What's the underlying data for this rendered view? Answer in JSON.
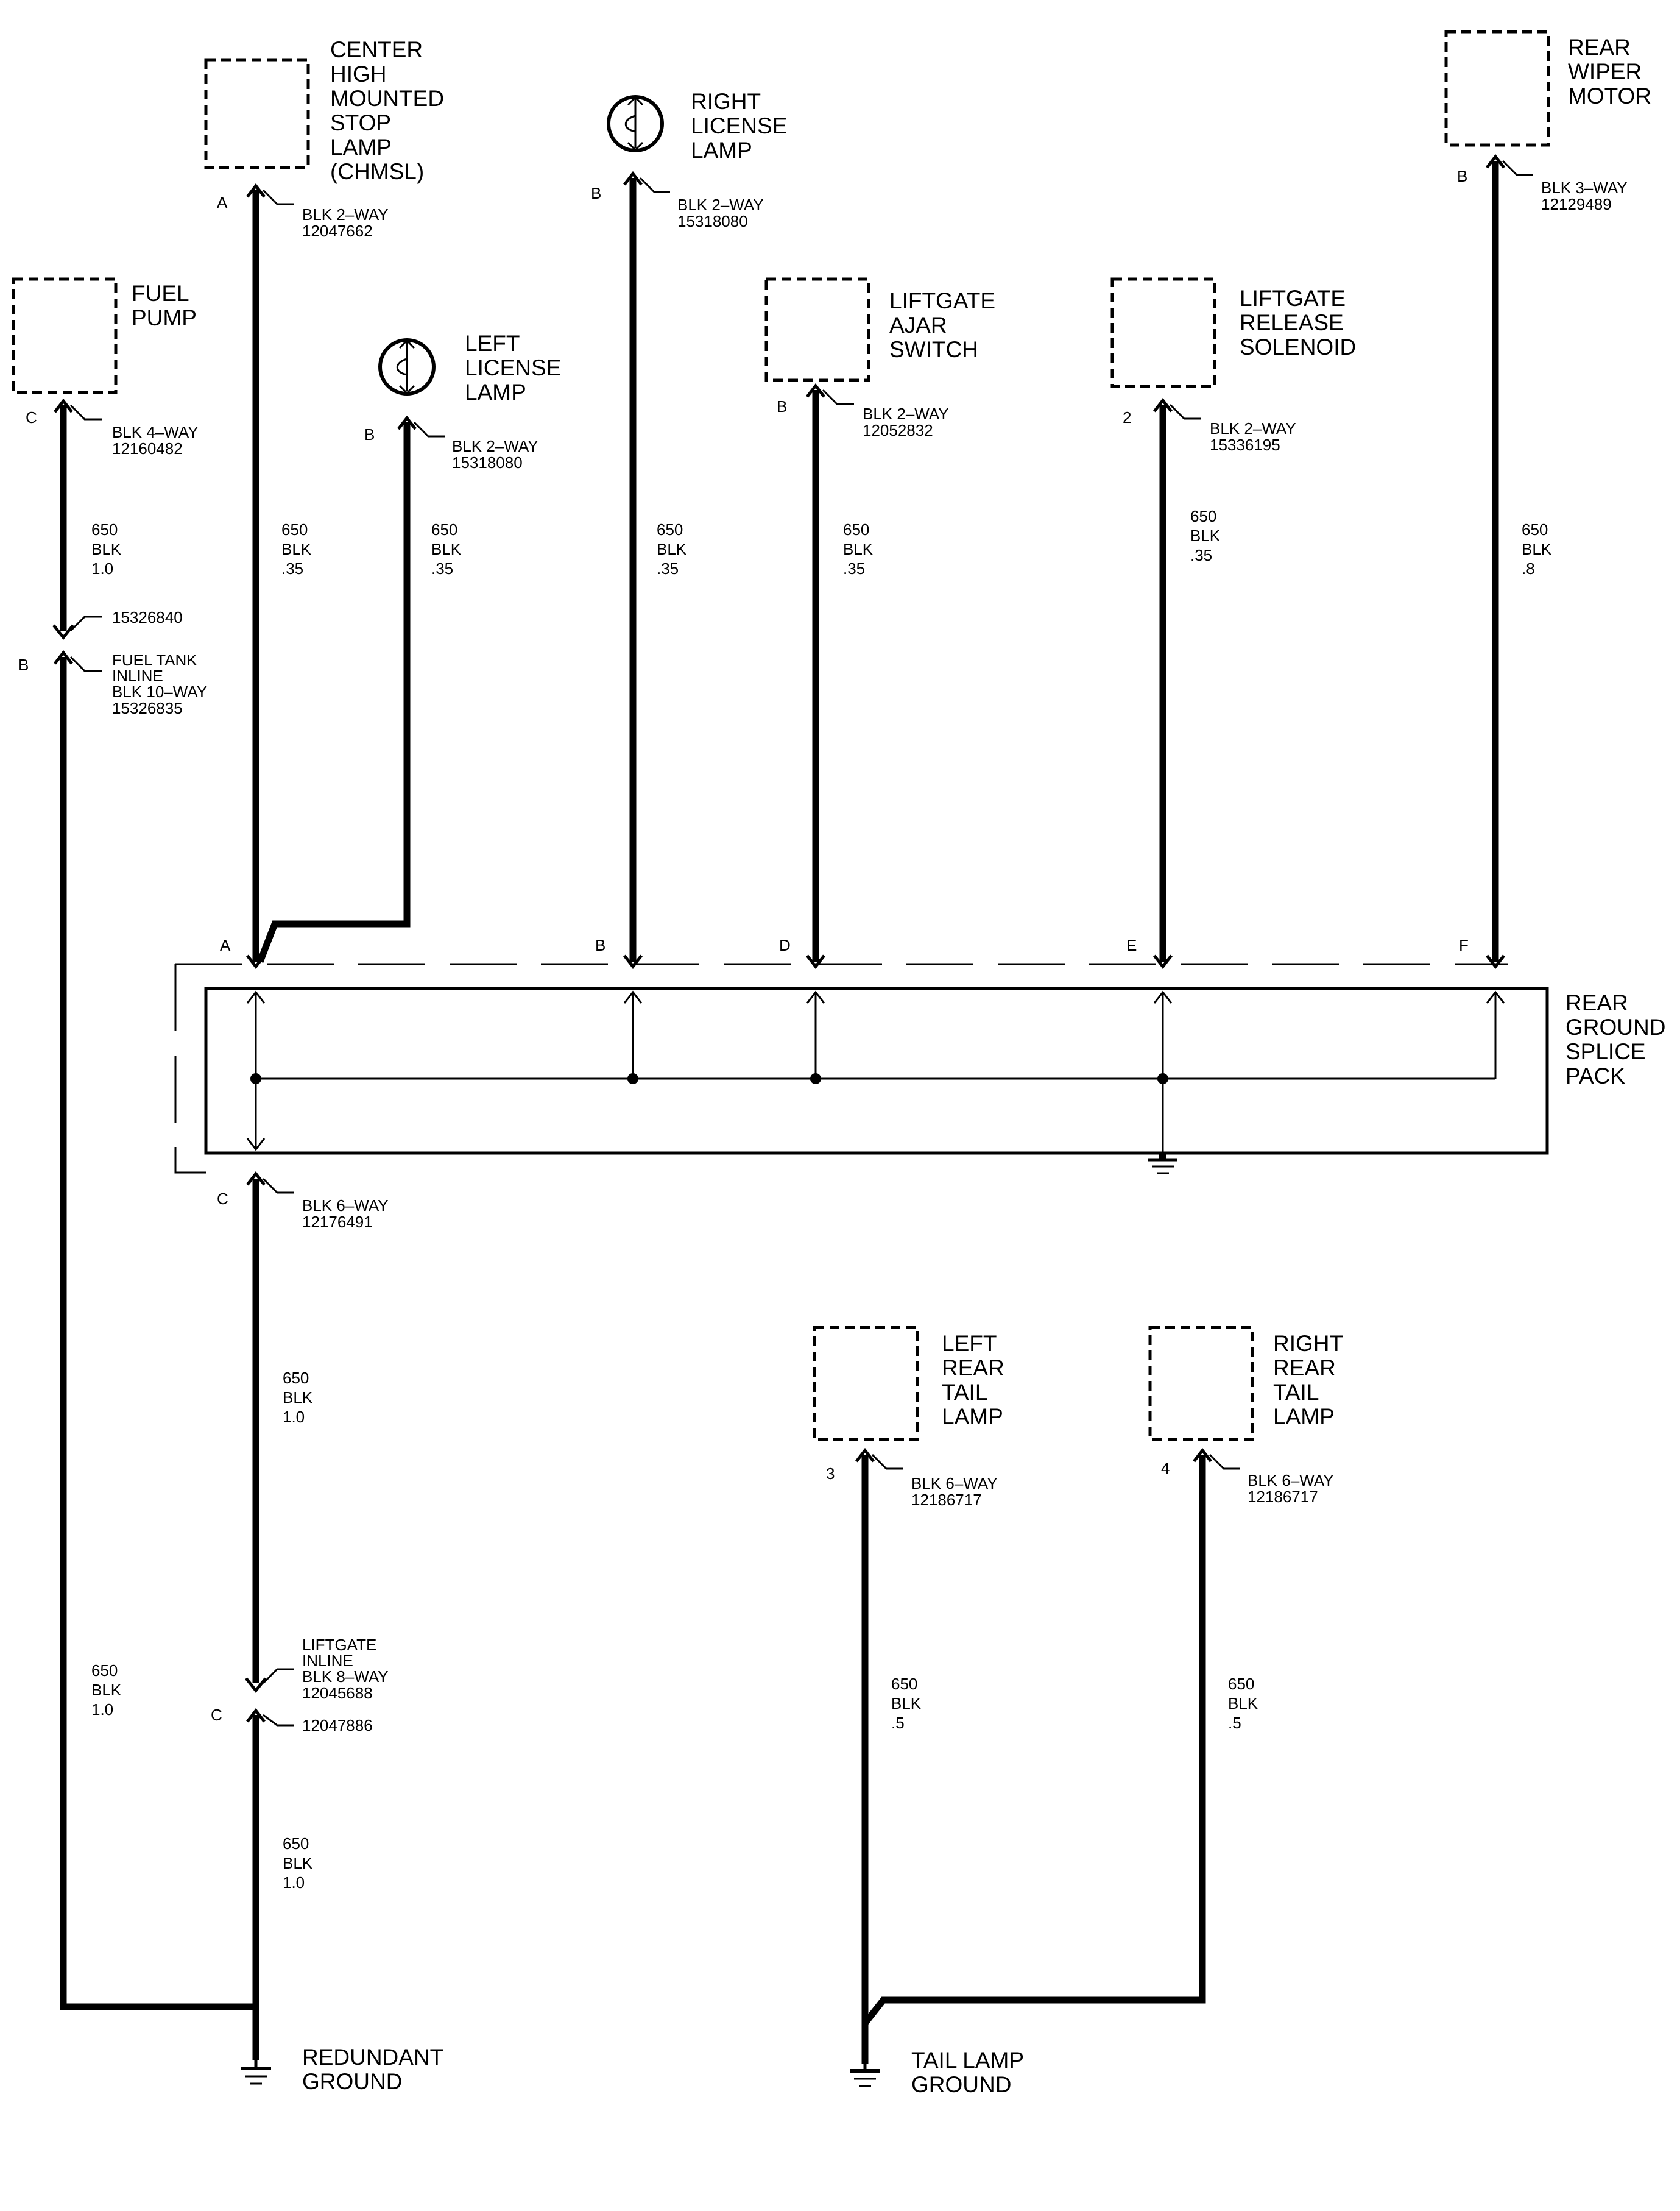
{
  "components": {
    "chmsl": [
      "CENTER",
      "HIGH",
      "MOUNTED",
      "STOP",
      "LAMP",
      "(CHMSL)"
    ],
    "right_license_lamp": [
      "RIGHT",
      "LICENSE",
      "LAMP"
    ],
    "rear_wiper_motor": [
      "REAR",
      "WIPER",
      "MOTOR"
    ],
    "fuel_pump": [
      "FUEL",
      "PUMP"
    ],
    "left_license_lamp": [
      "LEFT",
      "LICENSE",
      "LAMP"
    ],
    "liftgate_ajar_switch": [
      "LIFTGATE",
      "AJAR",
      "SWITCH"
    ],
    "liftgate_release_solenoid": [
      "LIFTGATE",
      "RELEASE",
      "SOLENOID"
    ],
    "rear_ground_splice_pack": [
      "REAR",
      "GROUND",
      "SPLICE",
      "PACK"
    ],
    "left_rear_tail_lamp": [
      "LEFT",
      "REAR",
      "TAIL",
      "LAMP"
    ],
    "right_rear_tail_lamp": [
      "RIGHT",
      "REAR",
      "TAIL",
      "LAMP"
    ],
    "redundant_ground": [
      "REDUNDANT",
      "GROUND"
    ],
    "tail_lamp_ground": [
      "TAIL LAMP",
      "GROUND"
    ]
  },
  "connectors": {
    "chmsl": {
      "pin": "A",
      "lines": [
        "BLK 2–WAY",
        "12047662"
      ]
    },
    "right_license": {
      "pin": "B",
      "lines": [
        "BLK 2–WAY",
        "15318080"
      ]
    },
    "wiper": {
      "pin": "B",
      "lines": [
        "BLK 3–WAY",
        "12129489"
      ]
    },
    "fuel_pump": {
      "pin": "C",
      "lines": [
        "BLK 4–WAY",
        "12160482"
      ]
    },
    "left_license": {
      "pin": "B",
      "lines": [
        "BLK 2–WAY",
        "15318080"
      ]
    },
    "ajar": {
      "pin": "B",
      "lines": [
        "BLK 2–WAY",
        "12052832"
      ]
    },
    "solenoid": {
      "pin": "2",
      "lines": [
        "BLK 2–WAY",
        "15336195"
      ]
    },
    "fuel_inline_male": {
      "lines": [
        "15326840"
      ]
    },
    "fuel_inline_female": {
      "pin": "B",
      "lines": [
        "FUEL TANK",
        "INLINE",
        "BLK 10–WAY",
        "15326835"
      ]
    },
    "splice_c": {
      "pin": "C",
      "lines": [
        "BLK 6–WAY",
        "12176491"
      ]
    },
    "liftgate_inline_female": {
      "lines": [
        "LIFTGATE",
        "INLINE",
        "BLK 8–WAY",
        "12045688"
      ]
    },
    "liftgate_inline_male": {
      "pin": "C",
      "lines": [
        "12047886"
      ]
    },
    "left_tail": {
      "pin": "3",
      "lines": [
        "BLK 6–WAY",
        "12186717"
      ]
    },
    "right_tail": {
      "pin": "4",
      "lines": [
        "BLK 6–WAY",
        "12186717"
      ]
    }
  },
  "splice_pins": [
    "A",
    "B",
    "D",
    "E",
    "F"
  ],
  "wires": {
    "fuel_pump": [
      "650",
      "BLK",
      "1.0"
    ],
    "chmsl": [
      "650",
      "BLK",
      ".35"
    ],
    "left_license": [
      "650",
      "BLK",
      ".35"
    ],
    "right_license": [
      "650",
      "BLK",
      ".35"
    ],
    "ajar": [
      "650",
      "BLK",
      ".35"
    ],
    "solenoid": [
      "650",
      "BLK",
      ".35"
    ],
    "wiper": [
      "650",
      "BLK",
      ".8"
    ],
    "splice_out": [
      "650",
      "BLK",
      "1.0"
    ],
    "liftgate_lower": [
      "650",
      "BLK",
      "1.0"
    ],
    "fuel_lower": [
      "650",
      "BLK",
      "1.0"
    ],
    "left_tail": [
      "650",
      "BLK",
      ".5"
    ],
    "right_tail": [
      "650",
      "BLK",
      ".5"
    ]
  }
}
